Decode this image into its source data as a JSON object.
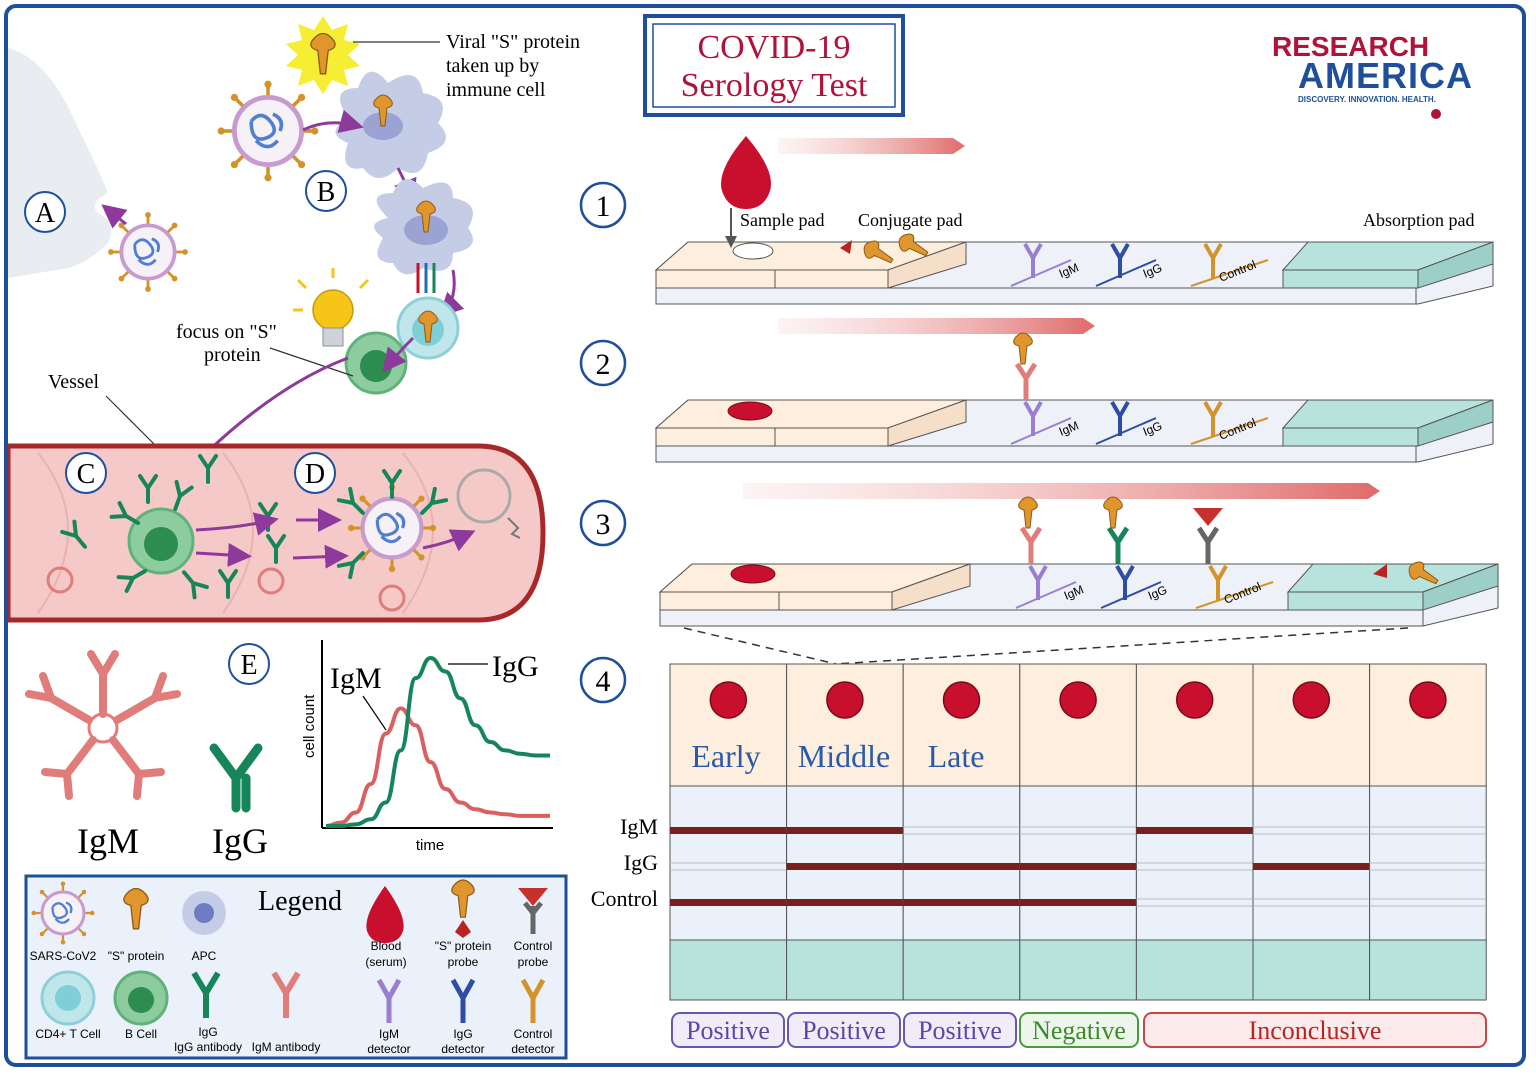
{
  "title": {
    "line1": "COVID-19",
    "line2": "Serology Test"
  },
  "logo": {
    "top": "RESEARCH",
    "bottom": "AMERICA",
    "tagline": "DISCOVERY. INNOVATION. HEALTH."
  },
  "infection": {
    "letters": {
      "a": "A",
      "b": "B",
      "c": "C",
      "d": "D",
      "e": "E"
    },
    "viral_s_label": [
      "Viral \"S\" protein",
      "taken up by",
      "immune cell"
    ],
    "focus_label": [
      "focus on \"S\"",
      "protein"
    ],
    "vessel_label": "Vessel"
  },
  "antibodies": {
    "igm_label": "IgM",
    "igg_label": "IgG"
  },
  "response_chart": {
    "igm": "IgM",
    "igg": "IgG",
    "ylabel": "cell count",
    "xlabel": "time"
  },
  "chart_data": {
    "type": "line",
    "title": "",
    "xlabel": "time",
    "ylabel": "cell count",
    "series": [
      {
        "name": "IgM",
        "color": "#d9605e",
        "values": [
          0,
          2,
          8,
          25,
          55,
          70,
          60,
          38,
          22,
          14,
          10,
          8,
          7,
          6,
          6,
          6
        ]
      },
      {
        "name": "IgG",
        "color": "#16865a",
        "values": [
          0,
          0,
          1,
          4,
          14,
          45,
          88,
          100,
          92,
          76,
          60,
          50,
          45,
          43,
          42,
          42
        ]
      }
    ]
  },
  "steps": {
    "s1": "1",
    "s2": "2",
    "s3": "3",
    "s4": "4"
  },
  "strip_labels": {
    "sample_pad": "Sample pad",
    "conjugate_pad": "Conjugate pad",
    "absorption_pad": "Absorption pad",
    "igm": "IgM",
    "igg": "IgG",
    "control": "Control"
  },
  "results": {
    "row_labels": [
      "IgM",
      "IgG",
      "Control"
    ],
    "stage_labels": [
      "Early",
      "Middle",
      "Late"
    ],
    "columns": [
      {
        "igm": true,
        "igg": false,
        "control": true
      },
      {
        "igm": true,
        "igg": true,
        "control": true
      },
      {
        "igm": false,
        "igg": true,
        "control": true
      },
      {
        "igm": false,
        "igg": true,
        "control": true
      },
      {
        "igm": true,
        "igg": false,
        "control": false
      },
      {
        "igm": false,
        "igg": true,
        "control": false
      },
      {
        "igm": false,
        "igg": false,
        "control": false
      }
    ],
    "verdicts": [
      "Positive",
      "Positive",
      "Positive",
      "Negative",
      "Inconclusive"
    ]
  },
  "legend": {
    "title": "Legend",
    "items": [
      "SARS-CoV2",
      "\"S\" protein",
      "APC",
      "CD4+ T Cell",
      "B Cell",
      "IgG antibody",
      "IgM antibody"
    ],
    "blood": [
      "Blood",
      "(serum)"
    ],
    "s_probe": [
      "\"S\" protein",
      "probe"
    ],
    "control_probe": [
      "Control",
      "probe"
    ],
    "igm_detector": [
      "IgM",
      "detector"
    ],
    "igg_detector": [
      "IgG",
      "detector"
    ],
    "control_detector": [
      "Control",
      "detector"
    ]
  },
  "colors": {
    "frame": "#1f4f9b",
    "igm": "#d9605e",
    "igg": "#16865a",
    "blood": "#c8102e",
    "virus": "#d4932a",
    "strip_pad": "#fdeedd",
    "absorption": "#b8e2dc",
    "result_line": "#7a1f1f"
  }
}
